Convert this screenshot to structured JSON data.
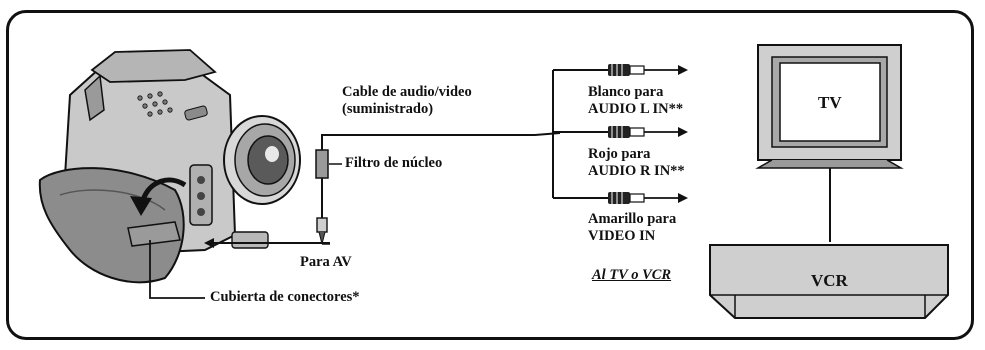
{
  "labels": {
    "cable_line1": "Cable de audio/video",
    "cable_line2": "(suministrado)",
    "filter": "Filtro de núcleo",
    "para_av": "Para AV",
    "cover": "Cubierta de conectores*",
    "white_line1": "Blanco para",
    "white_line2": "AUDIO L IN**",
    "red_line1": "Rojo para",
    "red_line2": "AUDIO R IN**",
    "yellow_line1": "Amarillo para",
    "yellow_line2": "VIDEO IN",
    "to_tv_vcr": "Al TV o VCR",
    "tv": "TV",
    "vcr": "VCR"
  },
  "icons": [
    "camcorder-illustration",
    "rca-plug-icon",
    "tv-icon",
    "vcr-icon",
    "core-filter-icon",
    "av-jack-plug-icon",
    "curved-arrow-icon"
  ],
  "colors": {
    "line": "#111111",
    "device_fill": "#cfcfcf",
    "device_dark": "#8a8a8a"
  }
}
